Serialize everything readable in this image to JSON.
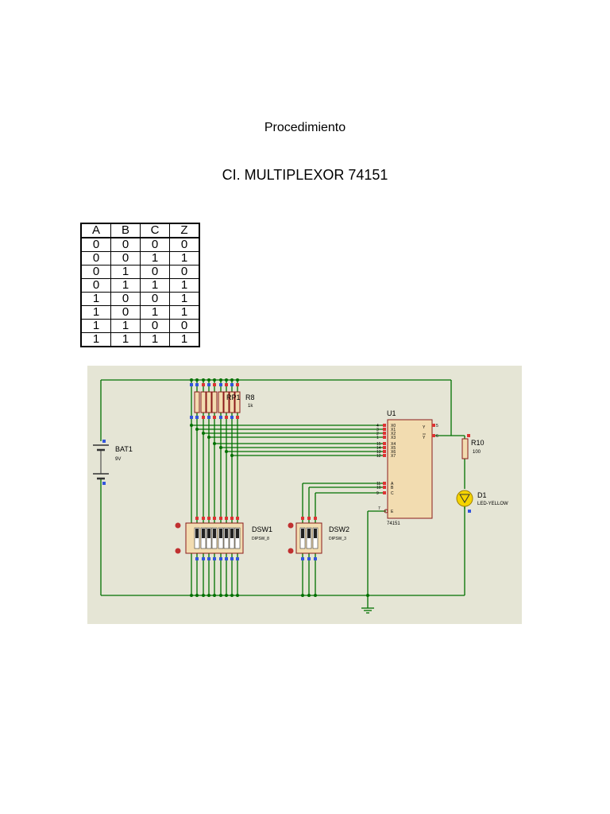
{
  "document": {
    "title": "Procedimiento",
    "subtitle": "CI. MULTIPLEXOR 74151"
  },
  "truth_table": {
    "headers": [
      "A",
      "B",
      "C",
      "Z"
    ],
    "rows": [
      [
        "0",
        "0",
        "0",
        "0"
      ],
      [
        "0",
        "0",
        "1",
        "1"
      ],
      [
        "0",
        "1",
        "0",
        "0"
      ],
      [
        "0",
        "1",
        "1",
        "1"
      ],
      [
        "1",
        "0",
        "0",
        "1"
      ],
      [
        "1",
        "0",
        "1",
        "1"
      ],
      [
        "1",
        "1",
        "0",
        "0"
      ],
      [
        "1",
        "1",
        "1",
        "1"
      ]
    ]
  },
  "schematic": {
    "background": "#e5e5d5",
    "wire_color": "#007000",
    "component_color": "#8b1a1a",
    "components": {
      "battery": {
        "name": "BAT1",
        "value": "9V"
      },
      "resistor_pack": {
        "name": "RP1",
        "suffix": "R8",
        "value": "1k"
      },
      "mux": {
        "name": "U1",
        "part": "74151",
        "inputs": [
          {
            "pin": "4",
            "label": "X0"
          },
          {
            "pin": "3",
            "label": "X1"
          },
          {
            "pin": "2",
            "label": "X2"
          },
          {
            "pin": "1",
            "label": "X3"
          },
          {
            "pin": "15",
            "label": "X4"
          },
          {
            "pin": "14",
            "label": "X5"
          },
          {
            "pin": "13",
            "label": "X6"
          },
          {
            "pin": "12",
            "label": "X7"
          }
        ],
        "selects": [
          {
            "pin": "11",
            "label": "A"
          },
          {
            "pin": "10",
            "label": "B"
          },
          {
            "pin": "9",
            "label": "C"
          }
        ],
        "enable": {
          "pin": "7",
          "label": "E"
        },
        "outputs": [
          {
            "pin": "5",
            "label": "Y"
          },
          {
            "pin": "6",
            "label": "Y"
          }
        ]
      },
      "resistor": {
        "name": "R10",
        "value": "100"
      },
      "led": {
        "name": "D1",
        "value": "LED-YELLOW"
      },
      "dsw1": {
        "name": "DSW1",
        "value": "DIPSW_8"
      },
      "dsw2": {
        "name": "DSW2",
        "value": "DIPSW_3"
      }
    }
  }
}
